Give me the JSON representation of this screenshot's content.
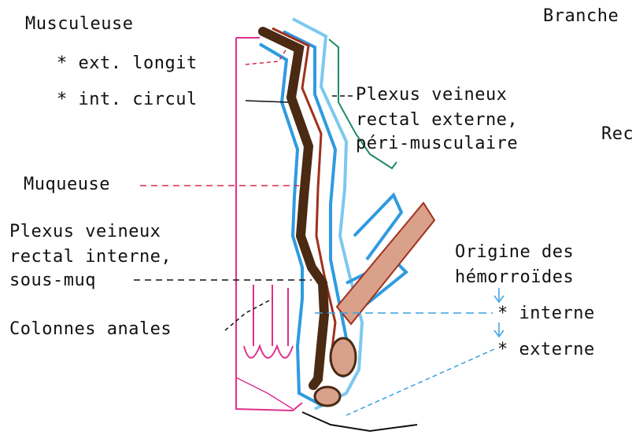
{
  "labels": {
    "musculeuse": "Musculeuse",
    "ext_longit": "* ext. longit",
    "int_circul": "* int. circul",
    "plexus_ext_1": "Plexus veineux",
    "plexus_ext_2": "rectal externe,",
    "plexus_ext_3": "péri-musculaire",
    "muqueuse": "Muqueuse",
    "plexus_int_1": "Plexus veineux",
    "plexus_int_2": "rectal interne,",
    "plexus_int_3": "sous-muq",
    "colonnes": "Colonnes anales",
    "origine_1": "Origine des",
    "origine_2": "hémorroïdes",
    "interne": "* interne",
    "externe": "* externe",
    "branche": "Branche",
    "rec": "Rec"
  },
  "colors": {
    "muscle_brown": "#4a2a12",
    "muscle_red": "#a0301e",
    "vein_blue": "#2f9be0",
    "light_blue": "#7cc8f0",
    "pink": "#e0308f",
    "green": "#1e8a6a",
    "tan": "#d9a08a",
    "dash_red": "#d8284a",
    "dash_blue": "#3aa0e0"
  }
}
